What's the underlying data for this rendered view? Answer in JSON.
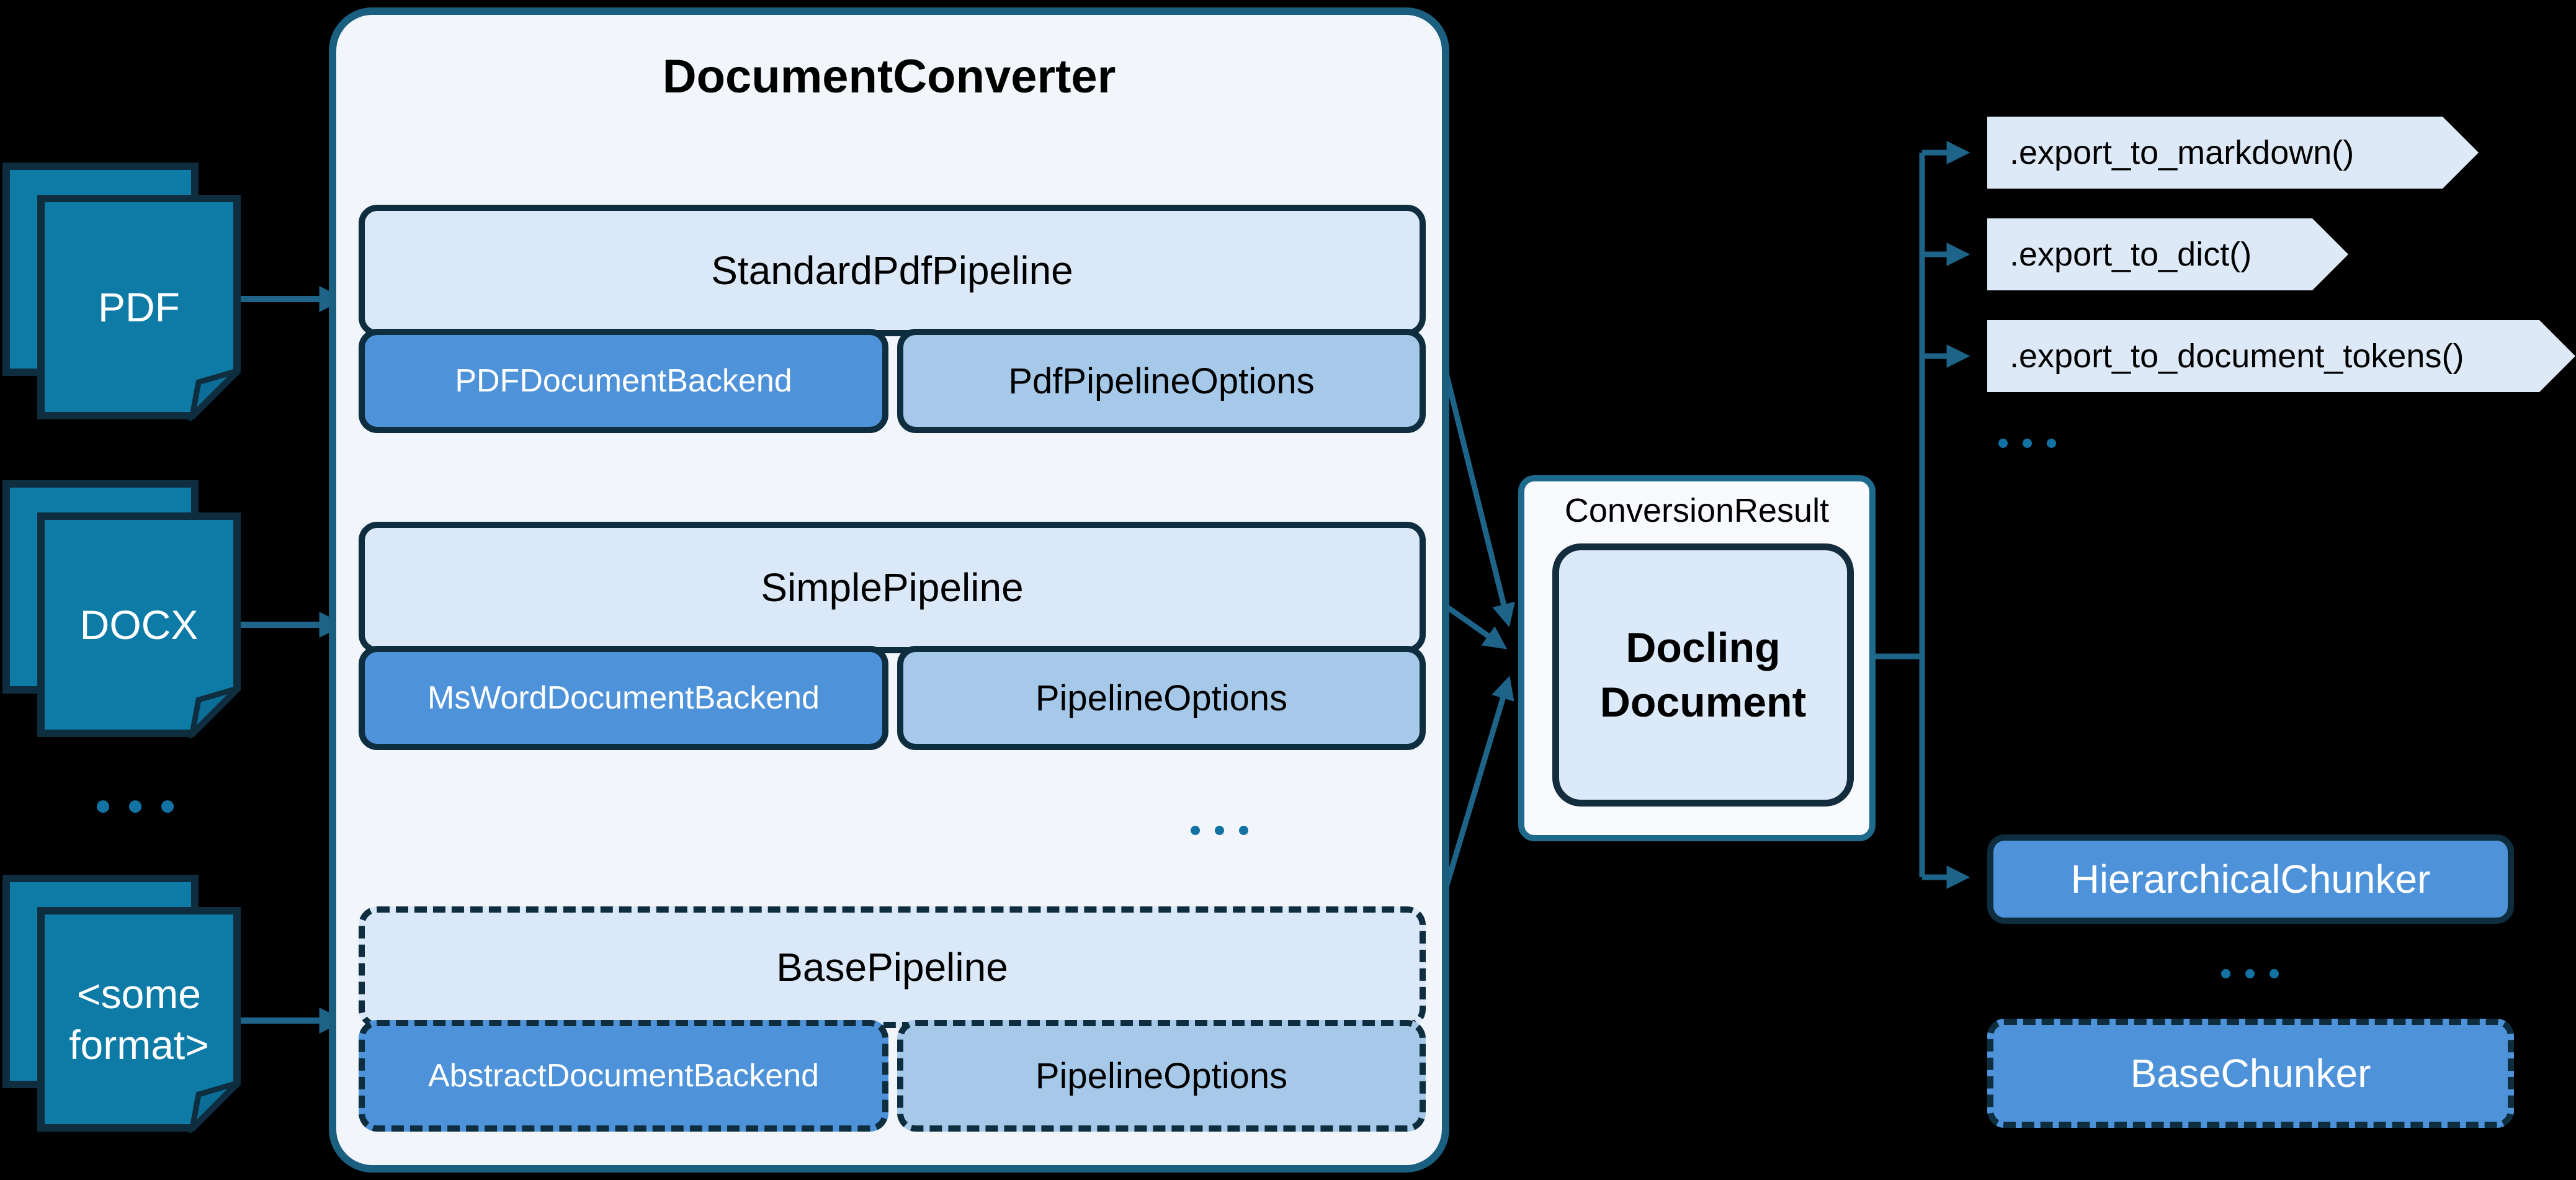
{
  "colors": {
    "background": "#000000",
    "accent_teal": "#1e6388",
    "file_fill": "#0e7ba7",
    "dark_border": "#0e2e40",
    "container_fill": "#f2f6fb",
    "container_border": "#1a5f80",
    "pipeline_fill": "#dbe8f7",
    "backend_fill": "#4e93da",
    "options_fill": "#a7c9e9",
    "chevron_fill": "#dde9f7",
    "dots": "#1272a3"
  },
  "inputs": {
    "items": [
      {
        "label": "PDF"
      },
      {
        "label": "DOCX"
      },
      {
        "label": "<some format>"
      }
    ],
    "ellipsis": "..."
  },
  "converter": {
    "title": "DocumentConverter",
    "ellipsis": "...",
    "pipelines": [
      {
        "title": "StandardPdfPipeline",
        "backend": "PDFDocumentBackend",
        "options": "PdfPipelineOptions"
      },
      {
        "title": "SimplePipeline",
        "backend": "MsWordDocumentBackend",
        "options": "PipelineOptions"
      },
      {
        "title": "BasePipeline",
        "backend": "AbstractDocumentBackend",
        "options": "PipelineOptions"
      }
    ]
  },
  "result": {
    "label": "ConversionResult",
    "document": "Docling Document"
  },
  "exports": {
    "items": [
      {
        "label": ".export_to_markdown()"
      },
      {
        "label": ".export_to_dict()"
      },
      {
        "label": ".export_to_document_tokens()"
      }
    ],
    "ellipsis": "..."
  },
  "chunkers": {
    "hierarchical": "HierarchicalChunker",
    "ellipsis": "...",
    "base": "BaseChunker"
  }
}
